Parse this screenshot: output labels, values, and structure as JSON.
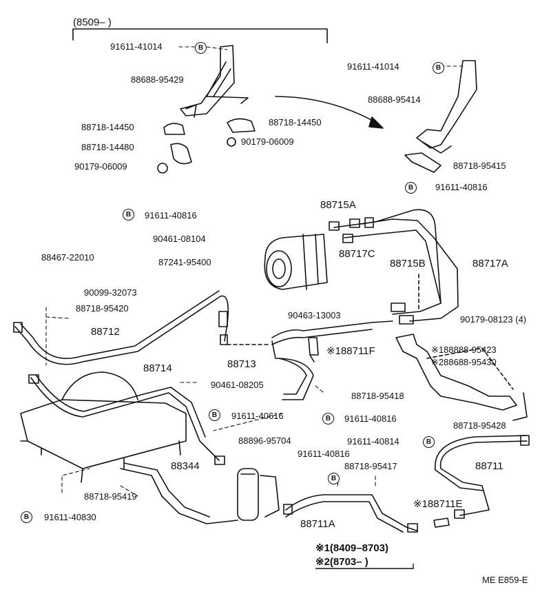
{
  "header": {
    "range": "(8509–        )"
  },
  "callouts": {
    "top_bracket_bolt": "91611-41014",
    "top_bracket": "88688-95429",
    "top_clamp_left": "88718-14450",
    "top_clamp_right": "88718-14450",
    "top_clamp_lower": "88718-14480",
    "top_nut_right": "90179-06009",
    "top_nut_left": "90179-06009",
    "right_bracket_bolt": "91611-41014",
    "right_bracket": "88688-95414",
    "right_clamp": "88718-95415",
    "right_clamp_bolt": "91611-40816",
    "hose_715a": "88715A",
    "hose_717c": "88717C",
    "hose_715b": "88715B",
    "hose_717a": "88717A",
    "left_bolt_1": "91611-40816",
    "left_clamp_1": "90461-08104",
    "left_cushion": "88467-22010",
    "left_bracket": "87241-95400",
    "left_grommet": "90099-32073",
    "left_clamp_2": "88718-95420",
    "pipe_712": "88712",
    "clip_13003": "90463-13003",
    "nut_08123": "90179-08123 (4)",
    "note_bracket_1": "※188888-95423",
    "note_bracket_2": "※288688-95430",
    "pipe_714": "88714",
    "pipe_713": "88713",
    "valve_711f": "※188711F",
    "clamp_08205": "90461-08205",
    "bolt_40616": "91611-40616",
    "clamp_95418": "88718-95418",
    "bolt_40816_mid": "91611-40816",
    "clamp_95428": "88718-95428",
    "oring_95704": "88896-95704",
    "bolt_40814": "91611-40814",
    "receiver_344": "88344",
    "bolt_40816_low": "91611-40816",
    "clamp_95417": "88718-95417",
    "pipe_711": "88711",
    "clamp_95419": "88718-95419",
    "bolt_40830": "91611-40830",
    "valve_711e": "※188711E",
    "pipe_711a": "88711A"
  },
  "badge_letter": "B",
  "notes": {
    "n1": "※1(8409–8703)",
    "n2": "※2(8703–        )"
  },
  "footer": {
    "code": "ME E859-E"
  }
}
